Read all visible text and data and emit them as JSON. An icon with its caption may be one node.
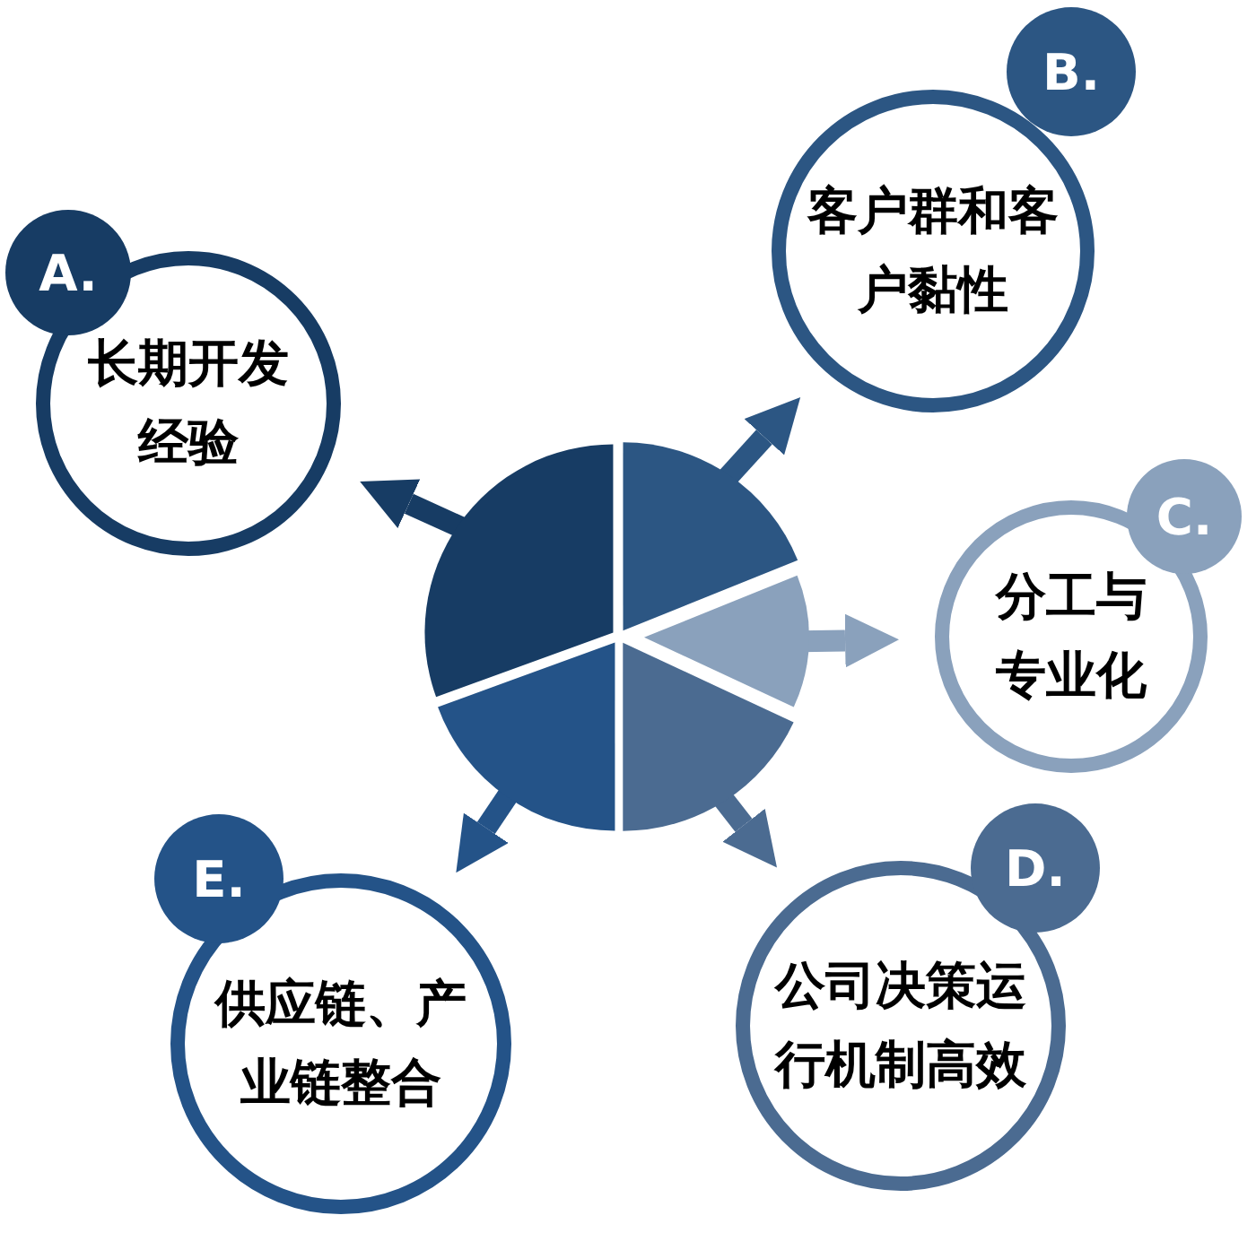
{
  "diagram": {
    "nodes": [
      {
        "text": [
          "B.",
          "客户群和客户黏性"
        ]
      },
      {
        "text": [
          "A.",
          "长期开发经验"
        ]
      },
      {
        "text": [],
        "shape": "slice"
      },
      {
        "text": [],
        "shape": "slice"
      },
      {
        "text": [],
        "shape": "slice"
      },
      {
        "text": [],
        "shape": "slice"
      },
      {
        "text": [],
        "shape": "slice"
      },
      {
        "text": [
          "C.",
          "分工与专业化"
        ]
      },
      {
        "text": [
          "E.",
          "供应链、产业链整合"
        ]
      },
      {
        "text": [
          "D.",
          "公司决策运行机制高效"
        ]
      }
    ],
    "edges": [
      {
        "from": 2,
        "to": 1,
        "arrow": "to",
        "color": "#173c64"
      },
      {
        "from": 3,
        "to": 0,
        "arrow": "to",
        "color": "#2c5683"
      },
      {
        "from": 4,
        "to": 7,
        "arrow": "to",
        "color": "#8aa1bc"
      },
      {
        "from": 5,
        "to": 9,
        "arrow": "to",
        "color": "#4b6b91"
      },
      {
        "from": 6,
        "to": 8,
        "arrow": "to",
        "color": "#245388"
      }
    ]
  }
}
